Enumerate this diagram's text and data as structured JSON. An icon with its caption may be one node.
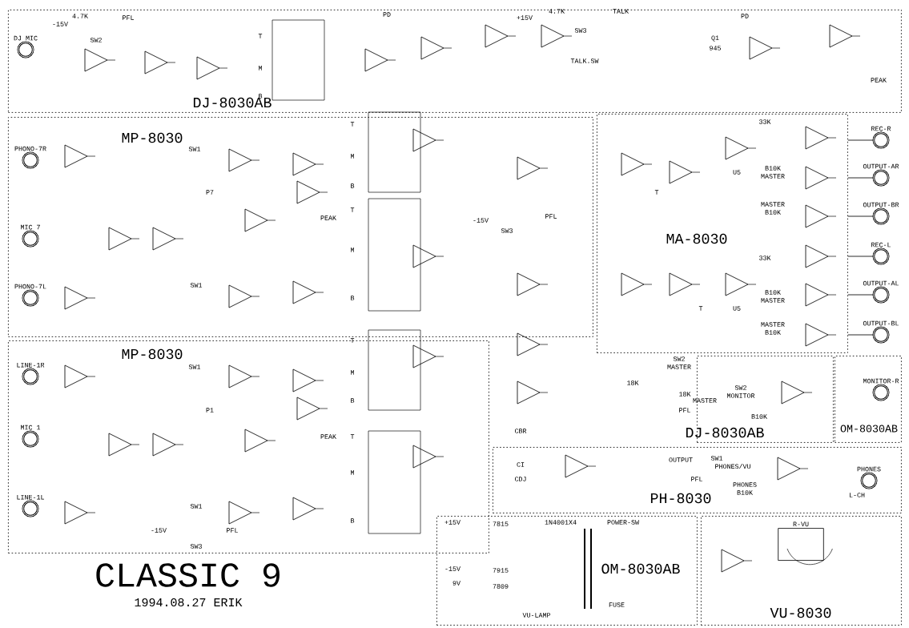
{
  "diagram": {
    "title": "CLASSIC 9",
    "caption": "1994.08.27 ERIK",
    "nodes": [
      {
        "text": [
          "DJ-8030AB"
        ]
      },
      {
        "text": [
          "MP-8030"
        ]
      },
      {
        "text": [
          "MP-8030"
        ]
      },
      {
        "text": [
          "MA-8030"
        ]
      },
      {
        "text": [
          "DJ-8030AB"
        ]
      },
      {
        "text": [
          "OM-8030AB"
        ]
      },
      {
        "text": [
          "PH-8030"
        ]
      },
      {
        "text": [
          "OM-8030AB"
        ]
      },
      {
        "text": [
          "VU-8030"
        ]
      },
      {
        "text": [
          "DJ MIC"
        ],
        "in": 0
      },
      {
        "text": [
          "PHONO-7R"
        ],
        "in": 1
      },
      {
        "text": [
          "MIC 7"
        ],
        "in": 1
      },
      {
        "text": [
          "PHONO-7L"
        ],
        "in": 1
      },
      {
        "text": [
          "LINE-1R"
        ],
        "in": 2
      },
      {
        "text": [
          "MIC 1"
        ],
        "in": 2
      },
      {
        "text": [
          "LINE-1L"
        ],
        "in": 2
      },
      {
        "text": [
          "REC-R"
        ]
      },
      {
        "text": [
          "OUTPUT-AR"
        ]
      },
      {
        "text": [
          "OUTPUT-BR"
        ]
      },
      {
        "text": [
          "REC-L"
        ]
      },
      {
        "text": [
          "OUTPUT-AL"
        ]
      },
      {
        "text": [
          "OUTPUT-BL"
        ]
      },
      {
        "text": [
          "MONITOR-R"
        ],
        "in": 5
      },
      {
        "text": [
          "PHONES"
        ],
        "in": 6
      },
      {
        "text": [
          "R-VU"
        ],
        "in": 8
      }
    ],
    "edges": [
      {
        "from": 3,
        "to": 16,
        "arrow": "none"
      },
      {
        "from": 3,
        "to": 17,
        "arrow": "none"
      },
      {
        "from": 3,
        "to": 18,
        "arrow": "none"
      },
      {
        "from": 3,
        "to": 19,
        "arrow": "none"
      },
      {
        "from": 3,
        "to": 20,
        "arrow": "none"
      },
      {
        "from": 3,
        "to": 21,
        "arrow": "none"
      }
    ],
    "labels": [
      "-15V",
      "4.7K",
      "SW2",
      "PFL",
      "T",
      "M",
      "B",
      "PD",
      "+15V",
      "4.7K",
      "SW3",
      "TALK",
      "TALK.SW",
      "Q1",
      "945",
      "PD",
      "PEAK",
      "T",
      "M",
      "B",
      "T",
      "M",
      "B",
      "SW1",
      "SW1",
      "P7",
      "PEAK",
      "-15V",
      "SW3",
      "PFL",
      "T",
      "M",
      "B",
      "T",
      "M",
      "B",
      "SW1",
      "SW1",
      "P1",
      "PEAK",
      "-15V",
      "SW3",
      "PFL",
      "33K",
      "U5",
      "B10K",
      "MASTER",
      "MASTER",
      "B10K",
      "T",
      "33K",
      "U5",
      "B10K",
      "MASTER",
      "MASTER",
      "B10K",
      "T",
      "18K",
      "18K",
      "SW2",
      "MASTER",
      "MASTER",
      "SW2",
      "MONITOR",
      "PFL",
      "B10K",
      "CBR",
      "CI",
      "CDJ",
      "OUTPUT",
      "SW1",
      "PHONES/VU",
      "PFL",
      "PHONES",
      "B10K",
      "L-CH",
      "+15V",
      "-15V",
      "9V",
      "7815",
      "7915",
      "7809",
      "1N4001X4",
      "POWER-SW",
      "FUSE",
      "VU-LAMP"
    ]
  }
}
